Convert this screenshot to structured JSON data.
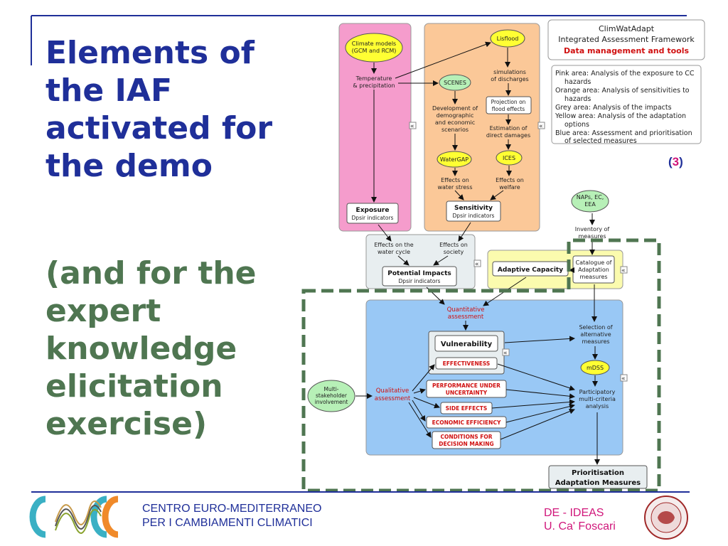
{
  "slide": {
    "title": "Elements of\nthe IAF\nactivated for\nthe demo",
    "subtitle": "(and for the\nexpert\nknowledge\nelicitation\nexercise)",
    "reference": {
      "open": "(",
      "number": "3",
      "close": ")"
    }
  },
  "footer": {
    "org_line1": "CENTRO EURO-MEDITERRANEO",
    "org_line2": "PER I CAMBIAMENTI CLIMATICI",
    "dept_line1": "DE - IDEAS",
    "dept_line2": "U. Ca' Foscari"
  },
  "colors": {
    "title": "#1f2f99",
    "subtitle": "#4f7651",
    "accent": "#d0167a",
    "pink_area": "#f59ccc",
    "orange_area": "#fbc898",
    "grey_area": "#e8eef0",
    "yellow_area": "#fbfbae",
    "blue_area": "#99c8f5",
    "dashed_frame": "#4f7651"
  },
  "diagram": {
    "header": {
      "line1": "ClimWatAdapt",
      "line2": "Integrated Assessment Framework",
      "line3": "Data management and tools"
    },
    "legend": [
      "Pink area: Analysis of the exposure to CC",
      "hazards",
      "Orange area: Analysis of sensitivities to",
      "hazards",
      "Grey area: Analysis of the impacts",
      "Yellow area: Analysis of the adaptation",
      "options",
      "Blue area: Assessment and prioritisation",
      "of selected measures"
    ],
    "climate_models": [
      "Climate models",
      "(GCM and RCM)"
    ],
    "temperature": [
      "Temperature",
      "& precipitation"
    ],
    "exposure": {
      "title": "Exposure",
      "sub": "Dpsir indicators"
    },
    "lisflood": "Lisflood",
    "simulations": [
      "simulations",
      "of discharges"
    ],
    "projection": [
      "Projection on",
      "flood effects"
    ],
    "estimation": [
      "Estimation of",
      "direct damages"
    ],
    "ices": "ICES",
    "welfare": [
      "Effects on",
      "welfare"
    ],
    "scenes": "SCENES",
    "development": [
      "Development of",
      "demographic",
      "and economic",
      "scenarios"
    ],
    "watergap": "WaterGAP",
    "water_stress": [
      "Effects on",
      "water stress"
    ],
    "sensitivity": {
      "title": "Sensitivity",
      "sub": "Dpsir indicators"
    },
    "water_cycle": [
      "Effects on the",
      "water cycle"
    ],
    "society": [
      "Effects on",
      "society"
    ],
    "impacts": {
      "title": "Potential Impacts",
      "sub": "Dpsir indicators"
    },
    "adaptive_capacity": "Adaptive Capacity",
    "naps": [
      "NAPs, EC,",
      "EEA"
    ],
    "inventory": [
      "Inventory of",
      "measures"
    ],
    "catalogue": [
      "Catalogue of",
      "Adaptation",
      "measures"
    ],
    "quantitative": [
      "Quantitative",
      "assessment"
    ],
    "vulnerability": "Vulnerability",
    "effectiveness": "EFFECTIVENESS",
    "performance": [
      "PERFORMANCE UNDER",
      "UNCERTAINTY"
    ],
    "side_effects": "SIDE EFFECTS",
    "economic": "ECONOMIC EFFICIENCY",
    "conditions": [
      "CONDITIONS FOR",
      "DECISION MAKING"
    ],
    "multi_stakeholder": [
      "Multi-",
      "stakeholder",
      "involvement"
    ],
    "qualitative": [
      "Qualitative",
      "assessment"
    ],
    "selection": [
      "Selection of",
      "alternative",
      "measures"
    ],
    "mdss": "mDSS",
    "participatory": [
      "Participatory",
      "multi-criteria",
      "analysis"
    ],
    "prioritisation": [
      "Prioritisation",
      "Adaptation Measures"
    ],
    "collapse_glyph": "«"
  }
}
